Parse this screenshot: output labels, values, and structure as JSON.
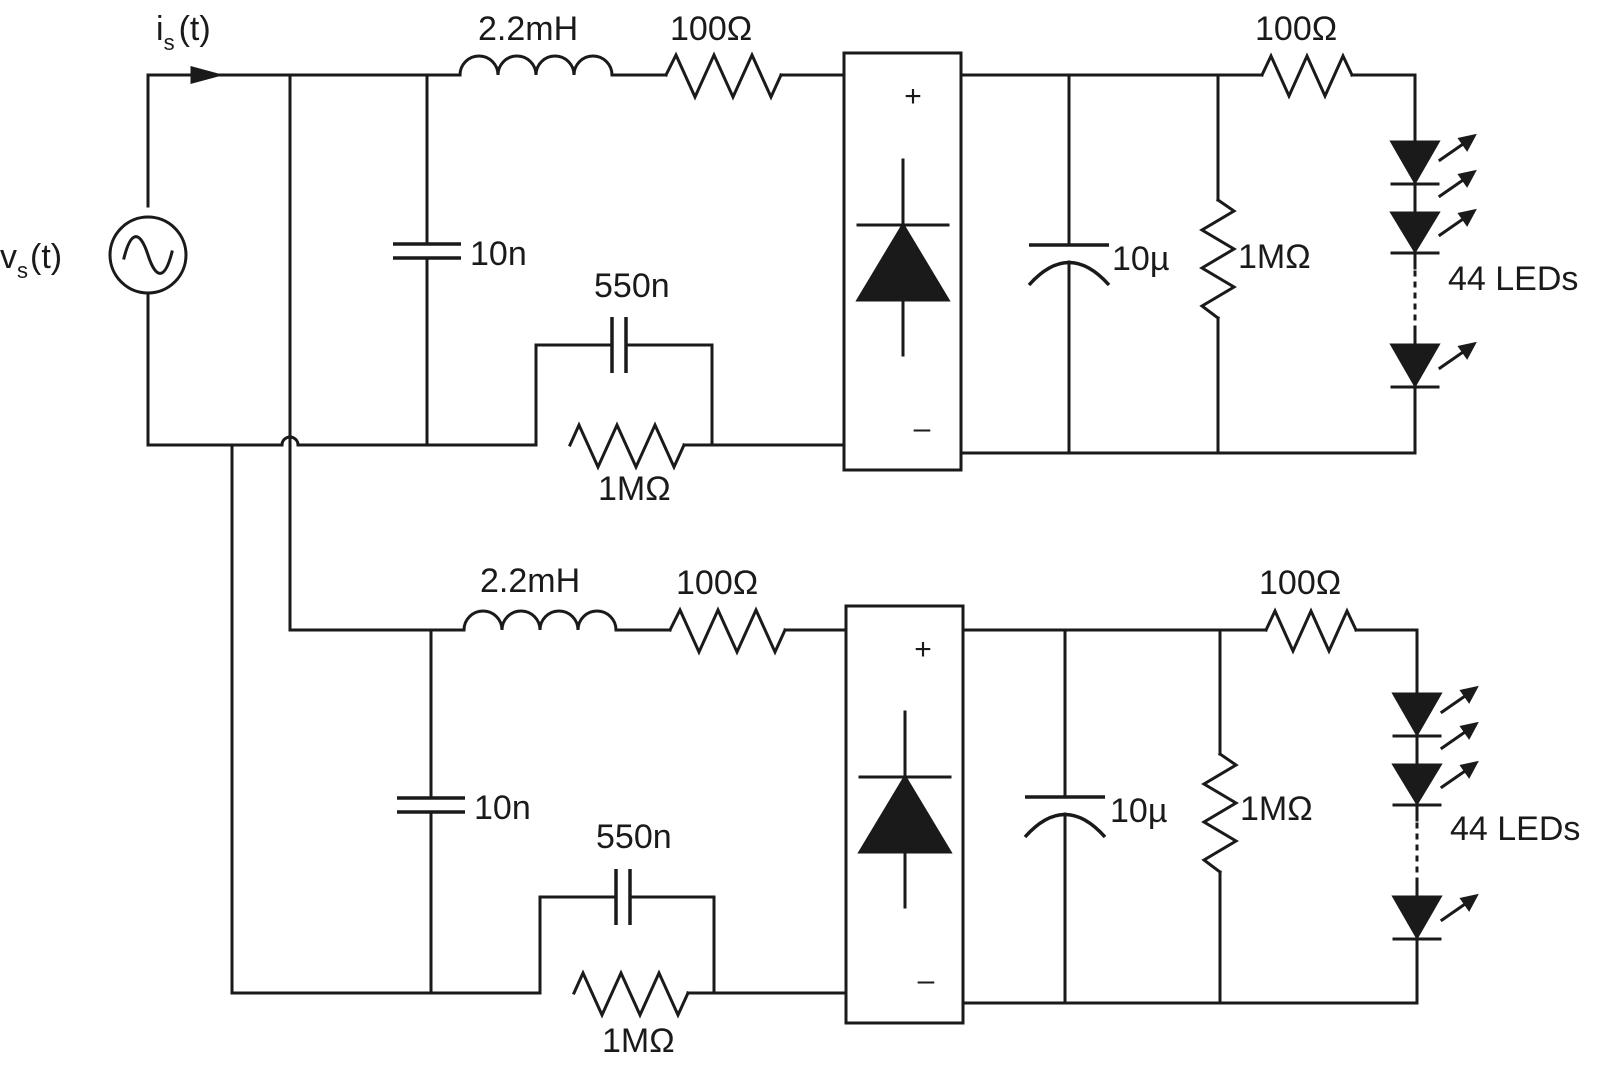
{
  "source": {
    "current_label": "i",
    "current_sub": "s",
    "current_arg": "(t)",
    "voltage_label": "v",
    "voltage_sub": "s",
    "voltage_arg": "(t)"
  },
  "stages": [
    {
      "inductor": "2.2mH",
      "series_resistor": "100Ω",
      "input_cap": "10n",
      "parallel_cap": "550n",
      "parallel_resistor": "1MΩ",
      "rectifier_plus": "+",
      "rectifier_minus": "–",
      "dc_cap": "10µ",
      "bleed_resistor": "1MΩ",
      "led_resistor": "100Ω",
      "led_string": "44 LEDs"
    },
    {
      "inductor": "2.2mH",
      "series_resistor": "100Ω",
      "input_cap": "10n",
      "parallel_cap": "550n",
      "parallel_resistor": "1MΩ",
      "rectifier_plus": "+",
      "rectifier_minus": "–",
      "dc_cap": "10µ",
      "bleed_resistor": "1MΩ",
      "led_resistor": "100Ω",
      "led_string": "44 LEDs"
    }
  ]
}
